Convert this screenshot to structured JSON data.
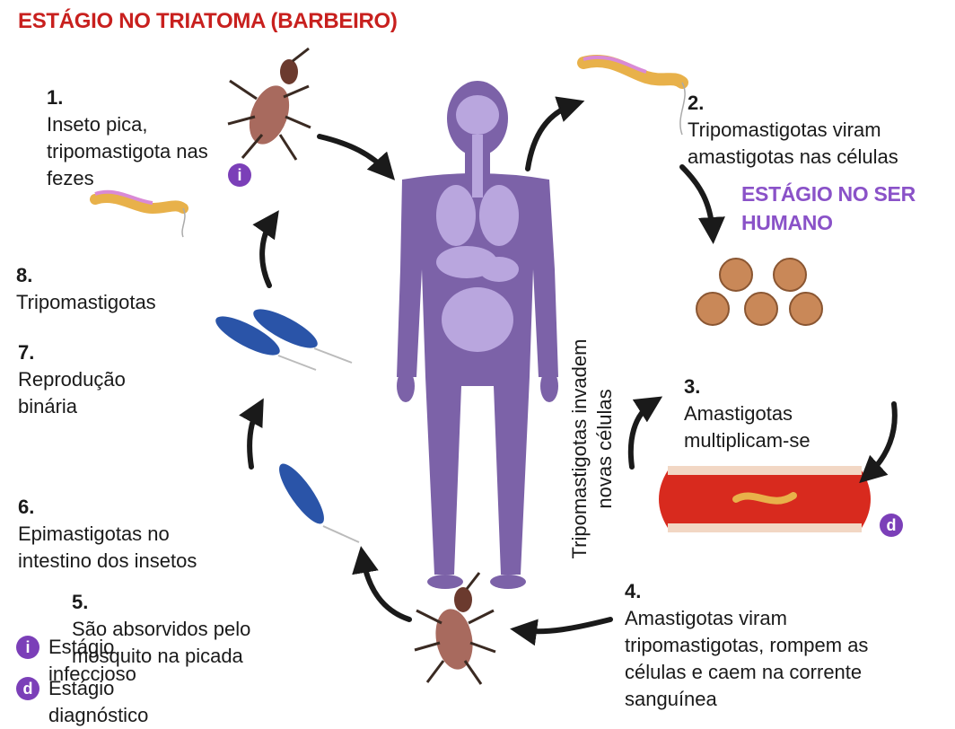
{
  "title": "ESTÁGIO NO TRIATOMA (BARBEIRO)",
  "human_stage": "ESTÁGIO NO SER\nHUMANO",
  "steps": [
    {
      "num": "1.",
      "text": "Inseto pica,\ntripomastigota nas\nfezes"
    },
    {
      "num": "2.",
      "text": "Tripomastigotas viram\namastigotas nas células"
    },
    {
      "num": "3.",
      "text": "Amastigotas\nmultiplicam-se"
    },
    {
      "num": "4.",
      "text": "Amastigotas viram\ntripomastigotas, rompem as\ncélulas e caem na corrente\nsanguínea"
    },
    {
      "num": "5.",
      "text": "São absorvidos pelo\nmosquito na picada"
    },
    {
      "num": "6.",
      "text": "Epimastigotas no\nintestino dos insetos"
    },
    {
      "num": "7.",
      "text": "Reprodução\nbinária"
    },
    {
      "num": "8.",
      "text": "Tripomastigotas"
    }
  ],
  "vertical_label": "Tripomastigotas invadem\nnovas células",
  "badges": {
    "infectious": "i",
    "diagnostic": "d"
  },
  "legend": [
    {
      "symbol": "i",
      "label": "Estágio infeccioso"
    },
    {
      "symbol": "d",
      "label": "Estágio diagnóstico"
    }
  ],
  "colors": {
    "title_red": "#c8201e",
    "human_purple": "#8a52c8",
    "badge_purple": "#7b3fb8",
    "body_purple": "#7c62a8",
    "organ_purple": "#b9a6de",
    "vessel_red": "#d82a1e",
    "parasite_blue": "#2a54a8",
    "arrow": "#1a1a1a"
  },
  "icons": [
    "triatomine-bug-icon",
    "trypomastigote-icon",
    "amastigote-cell-icon",
    "blood-vessel-icon",
    "epimastigote-icon",
    "human-body-icon",
    "curved-arrow-icon"
  ]
}
